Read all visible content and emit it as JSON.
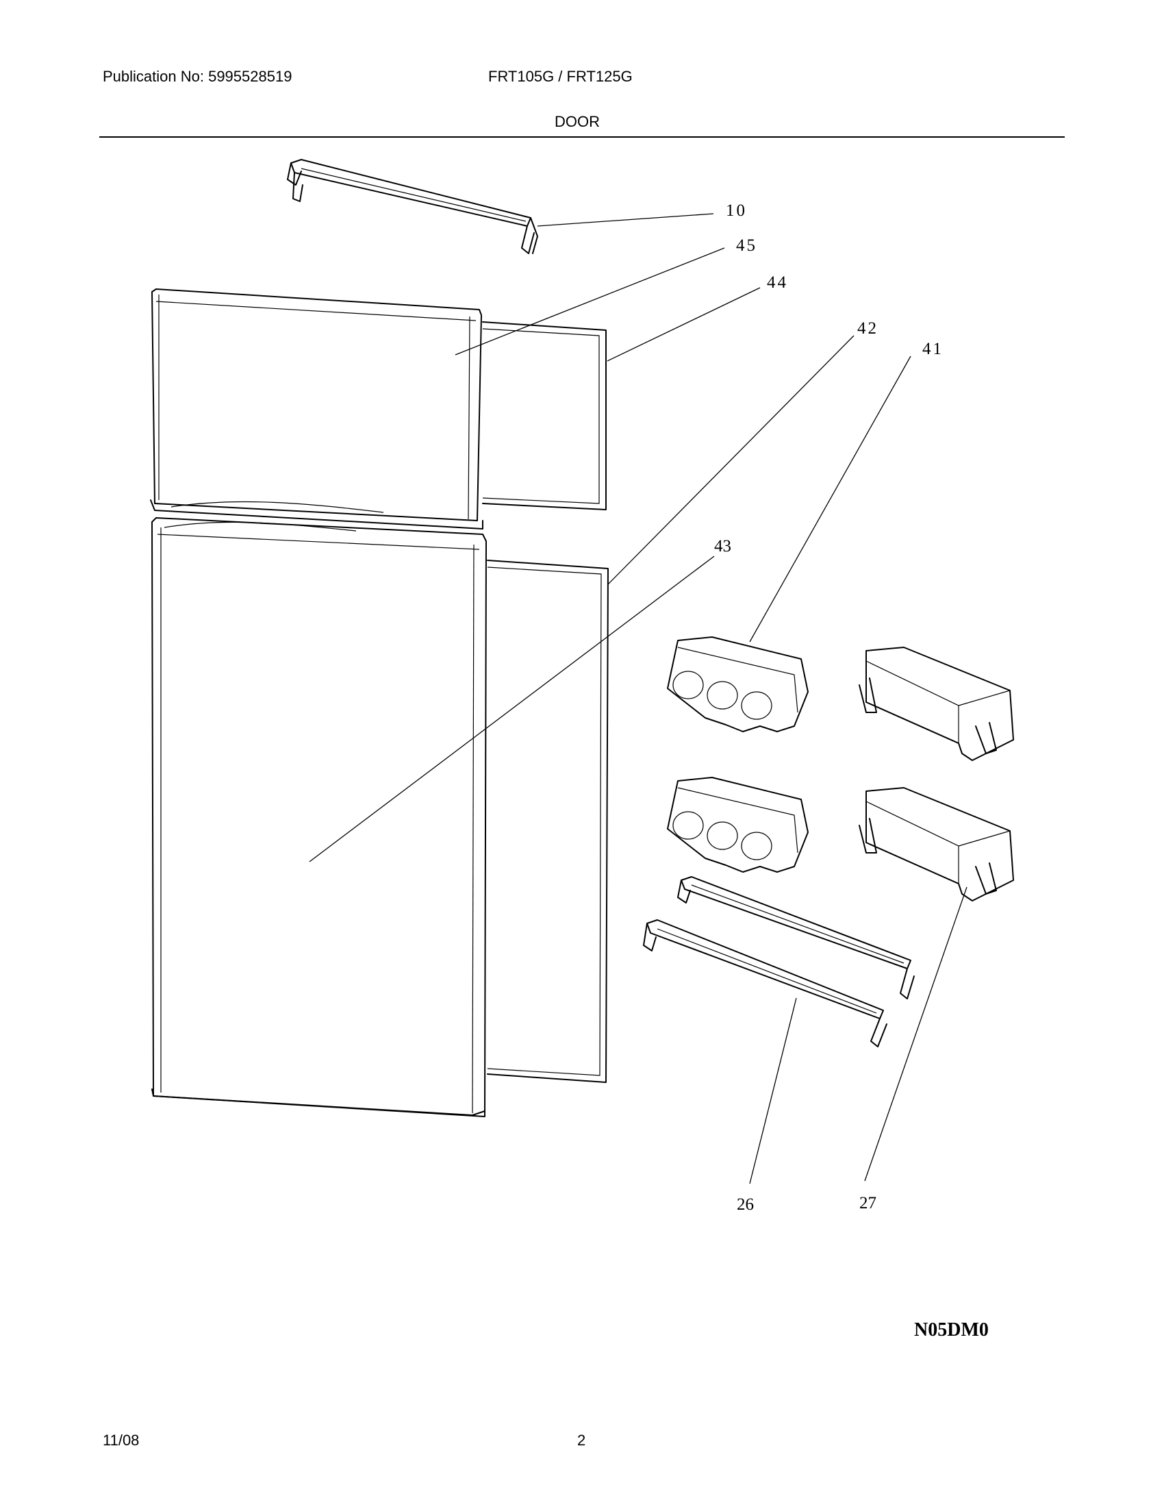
{
  "header": {
    "publication": "Publication No: 5995528519",
    "model": "FRT105G / FRT125G",
    "title": "DOOR"
  },
  "callouts": {
    "p10": "10",
    "p45": "45",
    "p44": "44",
    "p42": "42",
    "p41": "41",
    "p43": "43",
    "p26": "26",
    "p27": "27"
  },
  "diagram_code": "N05DM0",
  "footer": {
    "date": "11/08",
    "page": "2"
  }
}
